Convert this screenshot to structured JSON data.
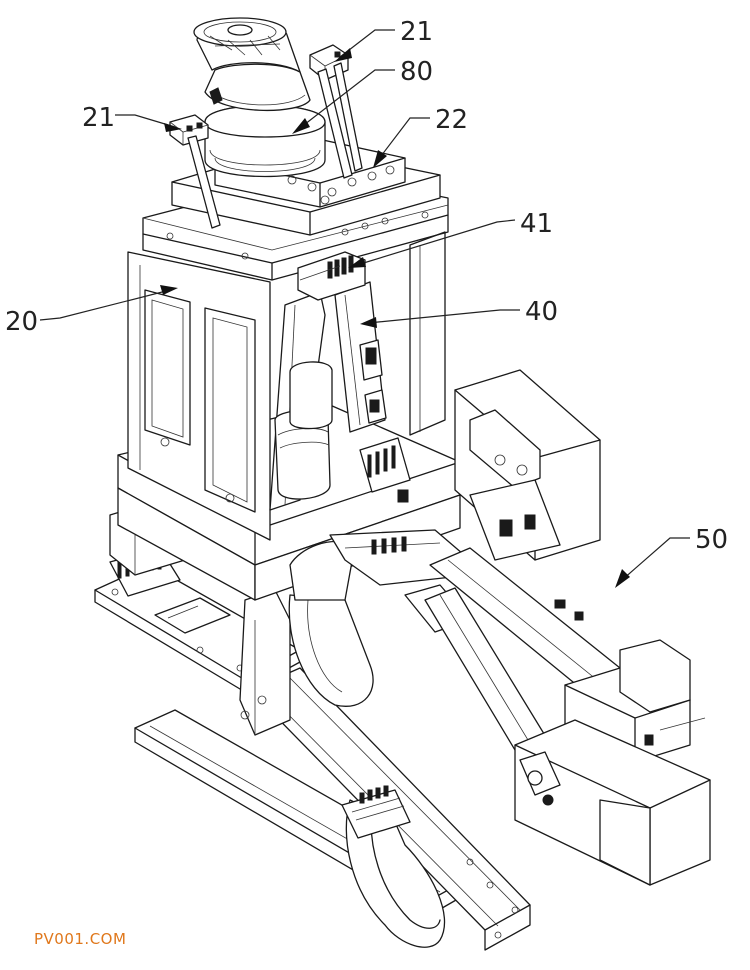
{
  "labels": {
    "l21a": "21",
    "l80": "80",
    "l21b": "21",
    "l22": "22",
    "l41": "41",
    "l20": "20",
    "l40": "40",
    "l50": "50"
  },
  "watermark": "PV001.COM"
}
